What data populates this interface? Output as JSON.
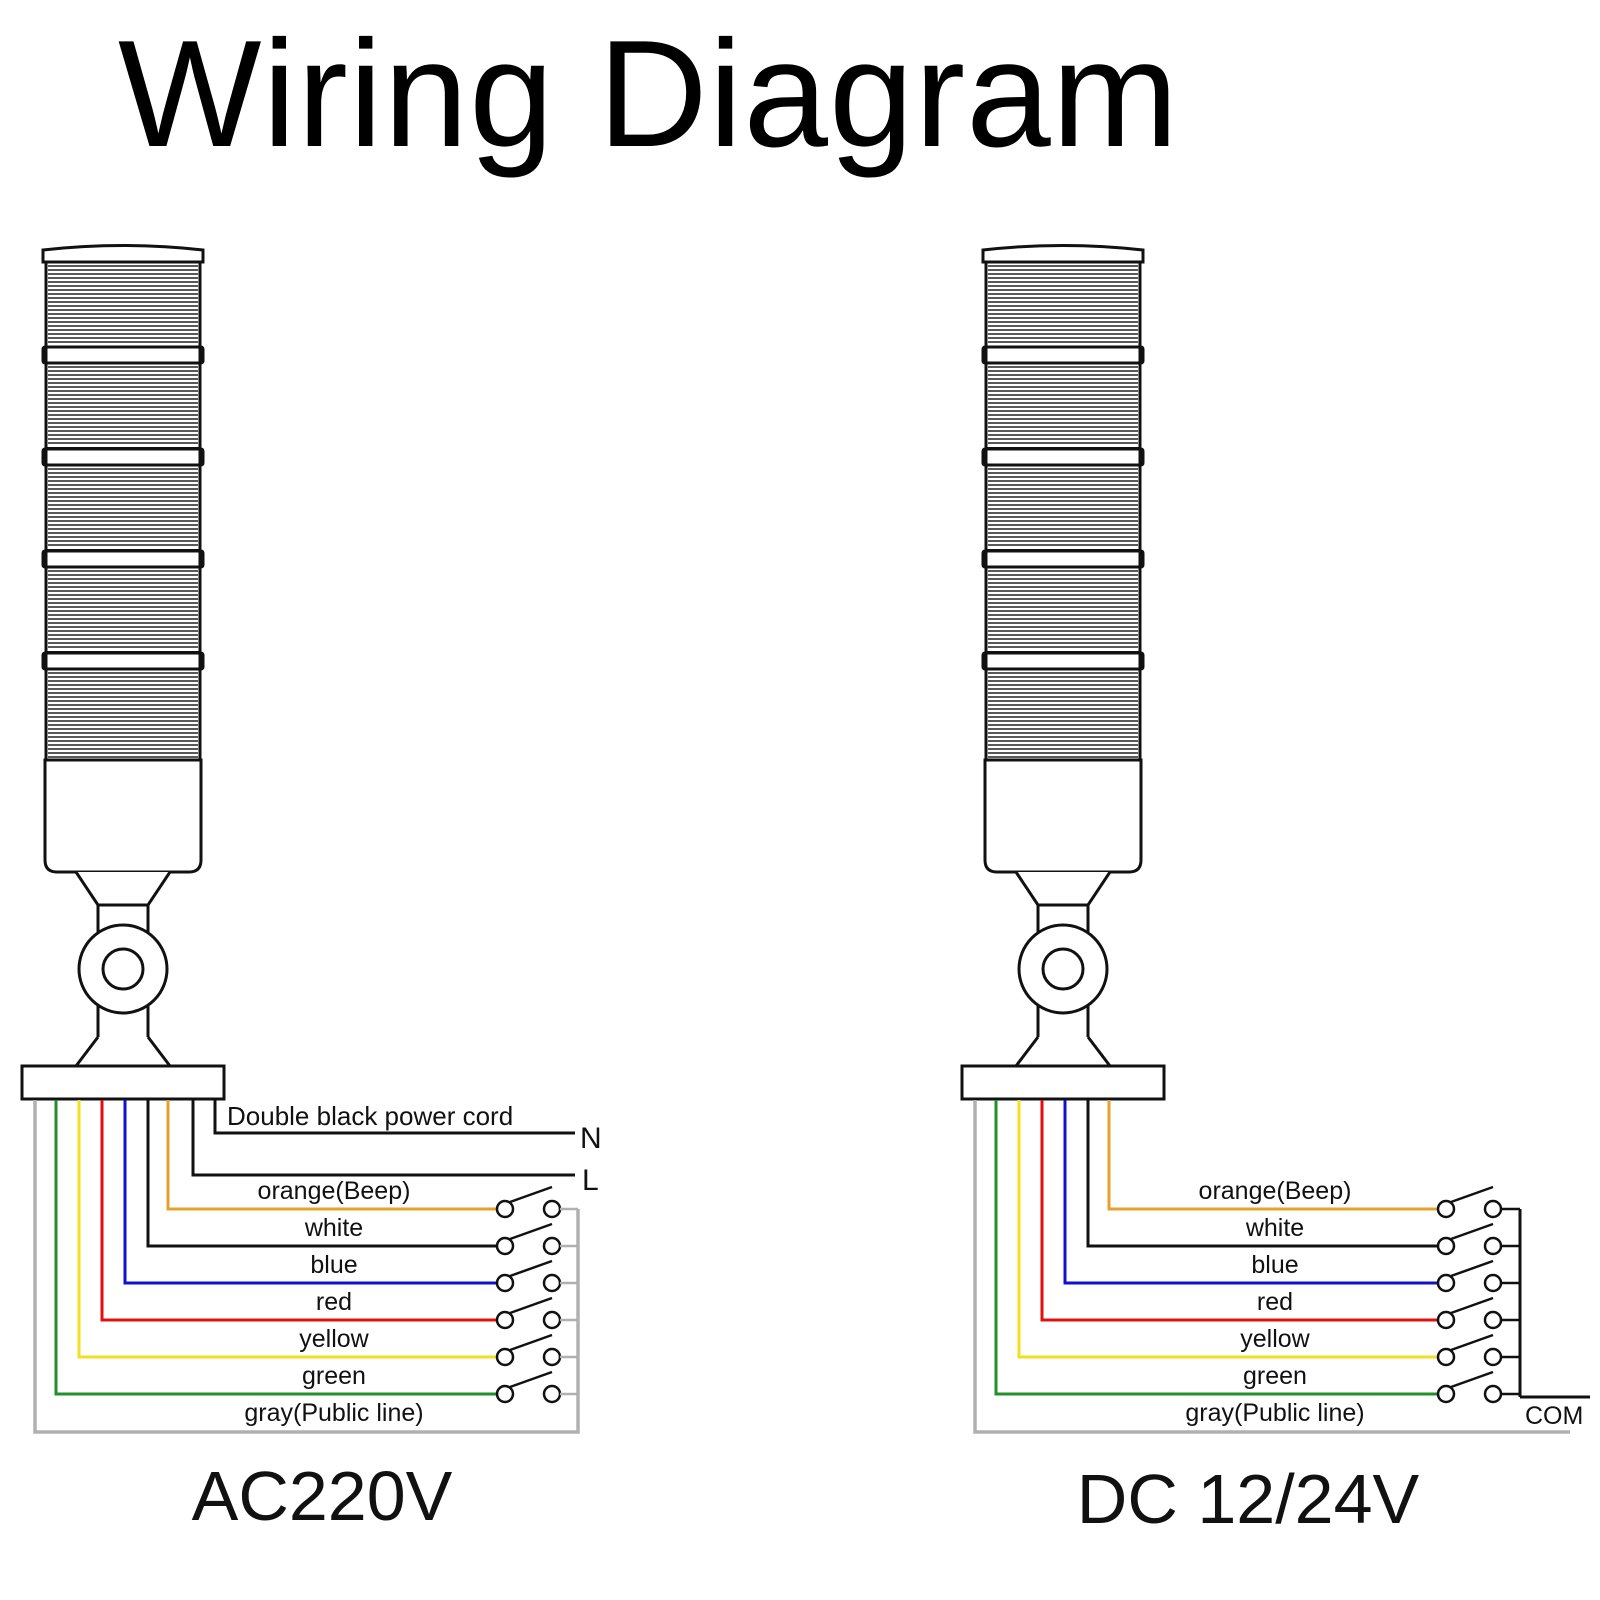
{
  "title": "Wiring Diagram",
  "colors": {
    "outline": "#111111",
    "orange": "#e5a02d",
    "white": "#111111",
    "blue": "#1010d0",
    "red": "#e01010",
    "yellow": "#f0e020",
    "green": "#20902a",
    "gray": "#b0b0b0"
  },
  "left": {
    "voltage": "AC220V",
    "power_cord": "Double black power cord",
    "n_label": "N",
    "l_label": "L",
    "wires": [
      "orange(Beep)",
      "white",
      "blue",
      "red",
      "yellow",
      "green"
    ],
    "public_line": "gray(Public line)"
  },
  "right": {
    "voltage": "DC 12/24V",
    "com_label": "COM",
    "wires": [
      "orange(Beep)",
      "white",
      "blue",
      "red",
      "yellow",
      "green"
    ],
    "public_line": "gray(Public line)"
  }
}
